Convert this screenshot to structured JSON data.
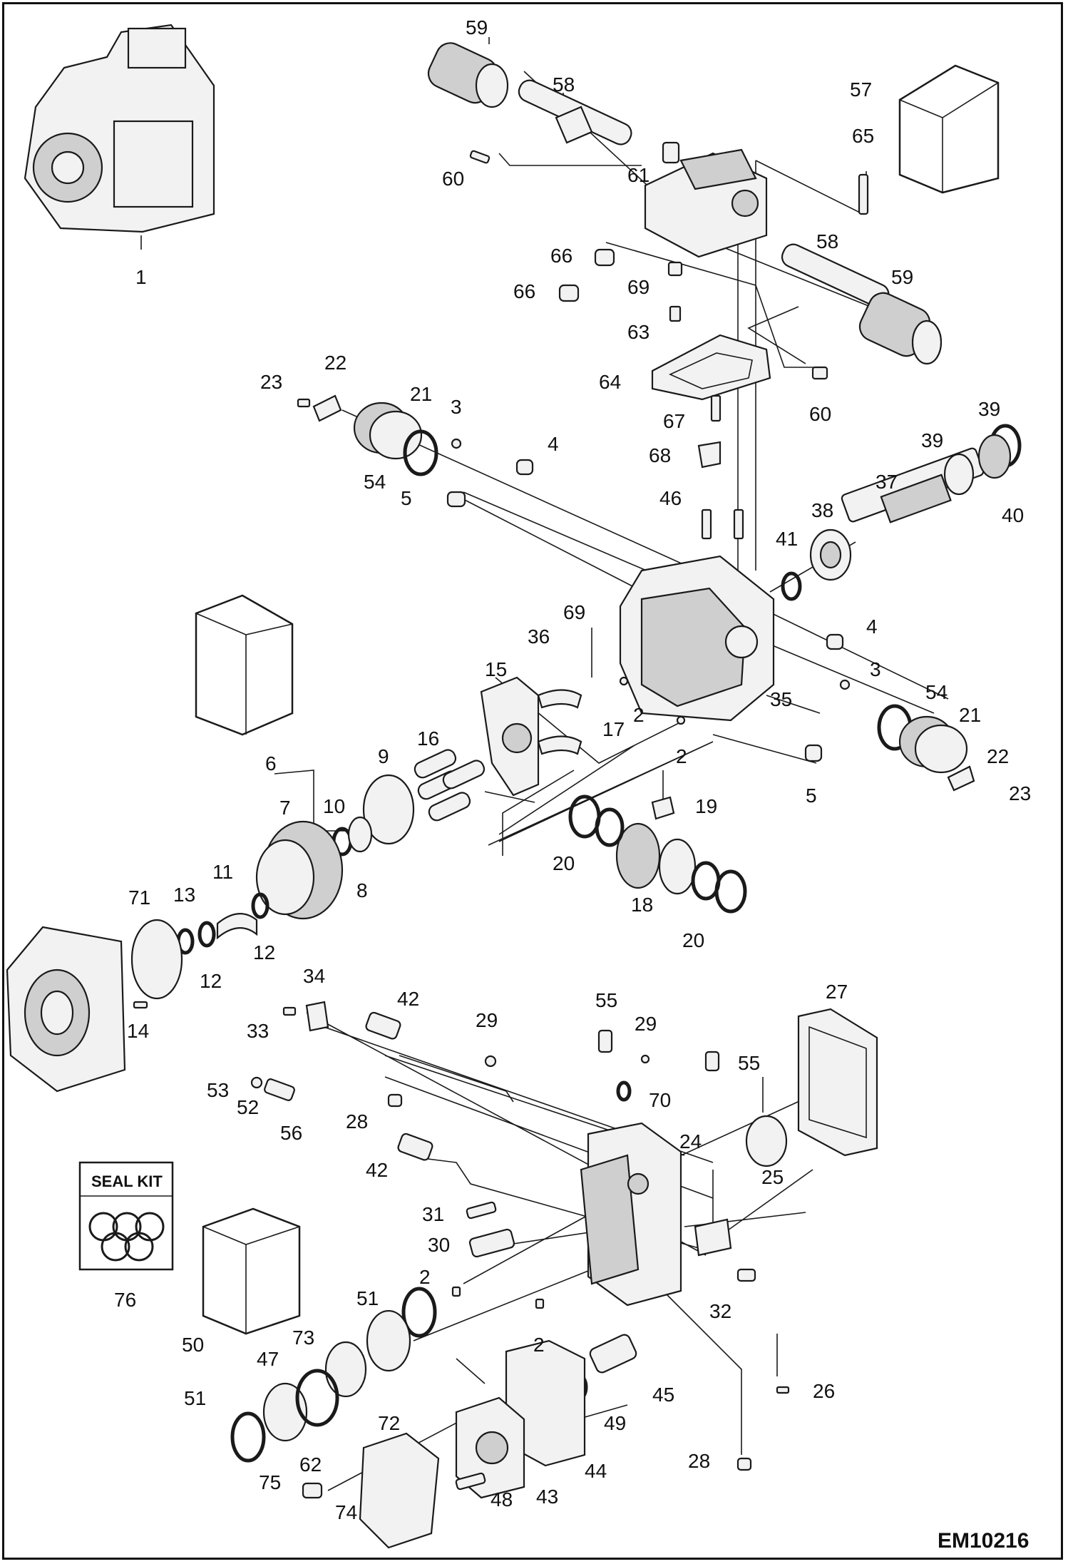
{
  "diagram_code": "EM10216",
  "seal_kit_label": "SEAL KIT",
  "callouts": [
    {
      "id": "c1",
      "label": "1"
    },
    {
      "id": "c59a",
      "label": "59"
    },
    {
      "id": "c58a",
      "label": "58"
    },
    {
      "id": "c57",
      "label": "57"
    },
    {
      "id": "c65",
      "label": "65"
    },
    {
      "id": "c60a",
      "label": "60"
    },
    {
      "id": "c61",
      "label": "61"
    },
    {
      "id": "c66a",
      "label": "66"
    },
    {
      "id": "c66b",
      "label": "66"
    },
    {
      "id": "c69a",
      "label": "69"
    },
    {
      "id": "c63",
      "label": "63"
    },
    {
      "id": "c58b",
      "label": "58"
    },
    {
      "id": "c59b",
      "label": "59"
    },
    {
      "id": "c64",
      "label": "64"
    },
    {
      "id": "c60b",
      "label": "60"
    },
    {
      "id": "c22a",
      "label": "22"
    },
    {
      "id": "c23a",
      "label": "23"
    },
    {
      "id": "c21a",
      "label": "21"
    },
    {
      "id": "c3a",
      "label": "3"
    },
    {
      "id": "c54a",
      "label": "54"
    },
    {
      "id": "c5a",
      "label": "5"
    },
    {
      "id": "c4a",
      "label": "4"
    },
    {
      "id": "c67",
      "label": "67"
    },
    {
      "id": "c68",
      "label": "68"
    },
    {
      "id": "c46",
      "label": "46"
    },
    {
      "id": "c39a",
      "label": "39"
    },
    {
      "id": "c39b",
      "label": "39"
    },
    {
      "id": "c37",
      "label": "37"
    },
    {
      "id": "c38",
      "label": "38"
    },
    {
      "id": "c40",
      "label": "40"
    },
    {
      "id": "c41",
      "label": "41"
    },
    {
      "id": "c69b",
      "label": "69"
    },
    {
      "id": "c36",
      "label": "36"
    },
    {
      "id": "c4b",
      "label": "4"
    },
    {
      "id": "c3b",
      "label": "3"
    },
    {
      "id": "c35",
      "label": "35"
    },
    {
      "id": "c54b",
      "label": "54"
    },
    {
      "id": "c21b",
      "label": "21"
    },
    {
      "id": "c22b",
      "label": "22"
    },
    {
      "id": "c23b",
      "label": "23"
    },
    {
      "id": "c2a",
      "label": "2"
    },
    {
      "id": "c2b",
      "label": "2"
    },
    {
      "id": "c5b",
      "label": "5"
    },
    {
      "id": "c6",
      "label": "6"
    },
    {
      "id": "c15",
      "label": "15"
    },
    {
      "id": "c17",
      "label": "17"
    },
    {
      "id": "c16",
      "label": "16"
    },
    {
      "id": "c9",
      "label": "9"
    },
    {
      "id": "c19",
      "label": "19"
    },
    {
      "id": "c7",
      "label": "7"
    },
    {
      "id": "c10",
      "label": "10"
    },
    {
      "id": "c8",
      "label": "8"
    },
    {
      "id": "c20a",
      "label": "20"
    },
    {
      "id": "c18",
      "label": "18"
    },
    {
      "id": "c20b",
      "label": "20"
    },
    {
      "id": "c11",
      "label": "11"
    },
    {
      "id": "c71",
      "label": "71"
    },
    {
      "id": "c13",
      "label": "13"
    },
    {
      "id": "c12a",
      "label": "12"
    },
    {
      "id": "c12b",
      "label": "12"
    },
    {
      "id": "c14",
      "label": "14"
    },
    {
      "id": "c34",
      "label": "34"
    },
    {
      "id": "c42a",
      "label": "42"
    },
    {
      "id": "c55a",
      "label": "55"
    },
    {
      "id": "c29a",
      "label": "29"
    },
    {
      "id": "c29b",
      "label": "29"
    },
    {
      "id": "c27",
      "label": "27"
    },
    {
      "id": "c33",
      "label": "33"
    },
    {
      "id": "c55b",
      "label": "55"
    },
    {
      "id": "c53",
      "label": "53"
    },
    {
      "id": "c70",
      "label": "70"
    },
    {
      "id": "c52",
      "label": "52"
    },
    {
      "id": "c56",
      "label": "56"
    },
    {
      "id": "c28a",
      "label": "28"
    },
    {
      "id": "c24",
      "label": "24"
    },
    {
      "id": "c42b",
      "label": "42"
    },
    {
      "id": "c25",
      "label": "25"
    },
    {
      "id": "c31",
      "label": "31"
    },
    {
      "id": "c30",
      "label": "30"
    },
    {
      "id": "c2c",
      "label": "2"
    },
    {
      "id": "c32",
      "label": "32"
    },
    {
      "id": "c76",
      "label": "76"
    },
    {
      "id": "c2d",
      "label": "2"
    },
    {
      "id": "c51a",
      "label": "51"
    },
    {
      "id": "c50",
      "label": "50"
    },
    {
      "id": "c47",
      "label": "47"
    },
    {
      "id": "c73",
      "label": "73"
    },
    {
      "id": "c26",
      "label": "26"
    },
    {
      "id": "c45",
      "label": "45"
    },
    {
      "id": "c51b",
      "label": "51"
    },
    {
      "id": "c72",
      "label": "72"
    },
    {
      "id": "c49",
      "label": "49"
    },
    {
      "id": "c62",
      "label": "62"
    },
    {
      "id": "c44",
      "label": "44"
    },
    {
      "id": "c28b",
      "label": "28"
    },
    {
      "id": "c43",
      "label": "43"
    },
    {
      "id": "c75",
      "label": "75"
    },
    {
      "id": "c74",
      "label": "74"
    },
    {
      "id": "c48",
      "label": "48"
    }
  ]
}
